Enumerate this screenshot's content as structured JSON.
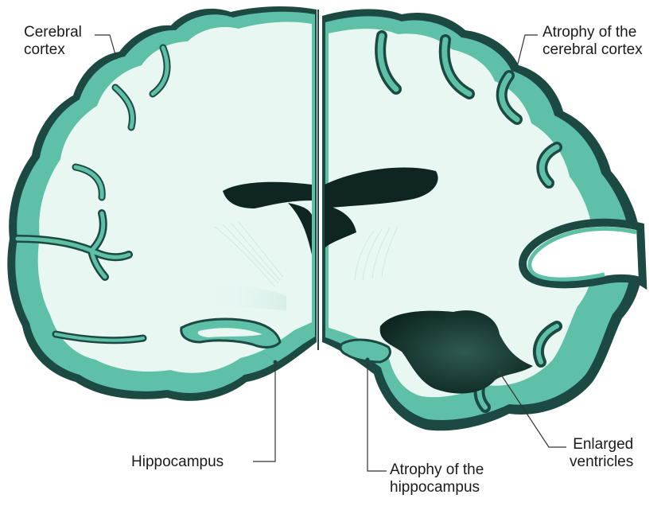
{
  "labels": {
    "cerebral_cortex": "Cerebral\ncortex",
    "atrophy_cortex": "Atrophy of the\ncerebral cortex",
    "hippocampus": "Hippocampus",
    "atrophy_hippocampus": "Atrophy of the\nhippocampus",
    "enlarged_ventricles": "Enlarged\nventricles"
  },
  "colors": {
    "outline": "#1c4a42",
    "cortex": "#5fc0a8",
    "white_matter": "#e9f7f3",
    "ventricle": "#0e2521"
  }
}
